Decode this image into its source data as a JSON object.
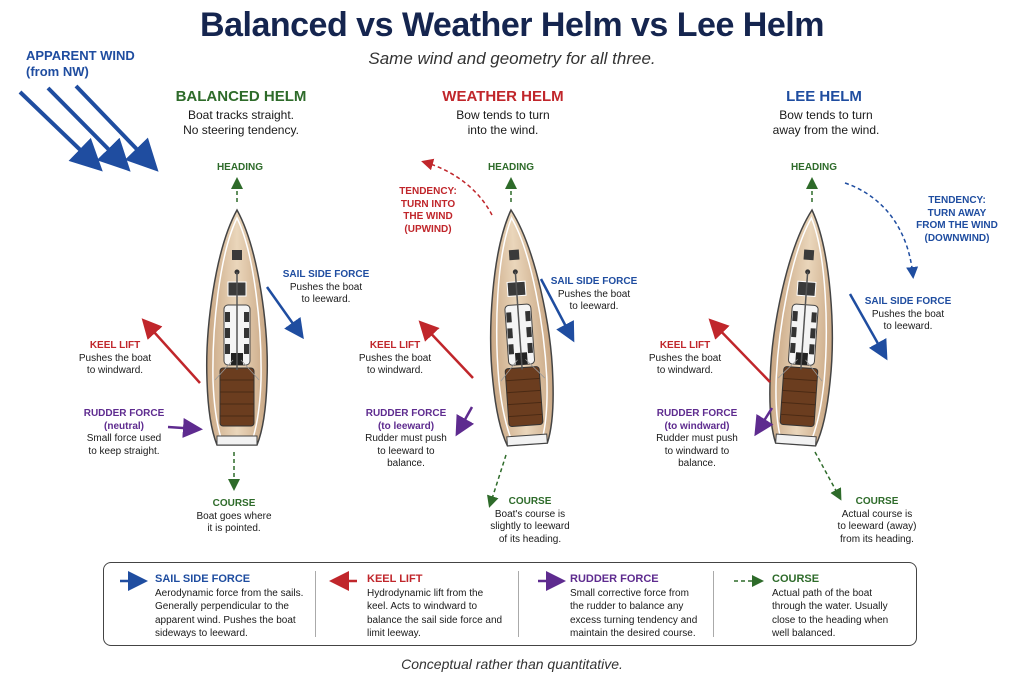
{
  "title": "Balanced vs Weather Helm vs Lee Helm",
  "subtitle": "Same wind and geometry for all three.",
  "footer": "Conceptual rather than quantitative.",
  "wind": {
    "line1": "APPARENT WIND",
    "line2": "(from NW)"
  },
  "colors": {
    "sail": "#1f4da0",
    "keel": "#c0262b",
    "rudder": "#5e2b8f",
    "course": "#2e6b2a",
    "hull": "#e2c9a8",
    "deck": "#6b3d1f"
  },
  "panels": [
    {
      "title": "BALANCED HELM",
      "desc1": "Boat tracks straight.",
      "desc2": "No steering tendency.",
      "heading": "HEADING",
      "tendency": null,
      "sail": {
        "title": "SAIL SIDE FORCE",
        "l1": "Pushes the boat",
        "l2": "to leeward."
      },
      "keel": {
        "title": "KEEL LIFT",
        "l1": "Pushes the boat",
        "l2": "to windward."
      },
      "rudder": {
        "title": "RUDDER FORCE",
        "sub": "(neutral)",
        "l1": "Small force used",
        "l2": "to keep straight.",
        "l3": ""
      },
      "course": {
        "title": "COURSE",
        "l1": "Boat goes where",
        "l2": "it is pointed.",
        "l3": ""
      }
    },
    {
      "title": "WEATHER HELM",
      "desc1": "Bow tends to turn",
      "desc2": "into the wind.",
      "heading": "HEADING",
      "tendency": {
        "l1": "TENDENCY:",
        "l2": "TURN INTO",
        "l3": "THE WIND",
        "l4": "(UPWIND)"
      },
      "sail": {
        "title": "SAIL SIDE FORCE",
        "l1": "Pushes the boat",
        "l2": "to leeward."
      },
      "keel": {
        "title": "KEEL LIFT",
        "l1": "Pushes the boat",
        "l2": "to windward."
      },
      "rudder": {
        "title": "RUDDER FORCE",
        "sub": "(to leeward)",
        "l1": "Rudder must push",
        "l2": "to leeward to",
        "l3": "balance."
      },
      "course": {
        "title": "COURSE",
        "l1": "Boat's course is",
        "l2": "slightly to leeward",
        "l3": "of its heading."
      }
    },
    {
      "title": "LEE HELM",
      "desc1": "Bow tends to turn",
      "desc2": "away from the wind.",
      "heading": "HEADING",
      "tendency": {
        "l1": "TENDENCY:",
        "l2": "TURN AWAY",
        "l3": "FROM THE WIND",
        "l4": "(DOWNWIND)"
      },
      "sail": {
        "title": "SAIL SIDE FORCE",
        "l1": "Pushes the boat",
        "l2": "to leeward."
      },
      "keel": {
        "title": "KEEL LIFT",
        "l1": "Pushes the boat",
        "l2": "to windward."
      },
      "rudder": {
        "title": "RUDDER FORCE",
        "sub": "(to windward)",
        "l1": "Rudder must push",
        "l2": "to windward to",
        "l3": "balance."
      },
      "course": {
        "title": "COURSE",
        "l1": "Actual course is",
        "l2": "to leeward (away)",
        "l3": "from its heading."
      }
    }
  ],
  "legend": [
    {
      "title": "SAIL SIDE FORCE",
      "desc": "Aerodynamic force from the sails. Generally perpendicular to the apparent wind. Pushes the boat sideways to leeward."
    },
    {
      "title": "KEEL LIFT",
      "desc": "Hydrodynamic lift from the keel. Acts to windward to balance the sail side force and limit leeway."
    },
    {
      "title": "RUDDER FORCE",
      "desc": "Small corrective force from the rudder to balance any excess turning tendency and maintain the desired course."
    },
    {
      "title": "COURSE",
      "desc": "Actual path of the boat through the water. Usually close to the heading when well balanced."
    }
  ]
}
